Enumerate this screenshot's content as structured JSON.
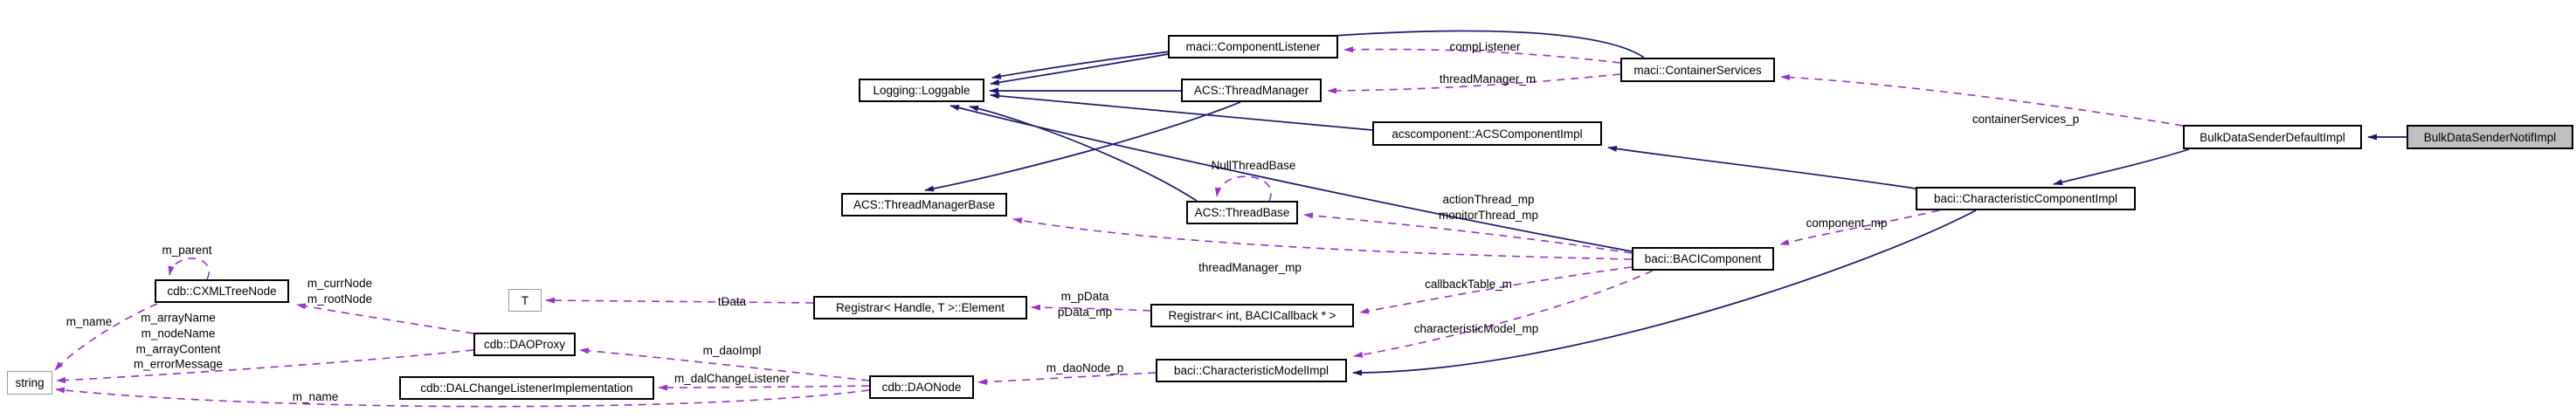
{
  "diagram_type": "doxygen-collaboration-graph",
  "colors": {
    "inheritance_edge": "#191970",
    "usage_edge": "#9a32cd",
    "node_fill": "#ffffff",
    "node_border": "#000000",
    "highlight_fill": "#bfbfbf",
    "external_border": "#9a9a9a",
    "background": "#ffffff"
  },
  "nodes": [
    {
      "label": "Logging::Loggable",
      "type": "class"
    },
    {
      "label": "maci::ComponentListener",
      "type": "class"
    },
    {
      "label": "maci::ContainerServices",
      "type": "class"
    },
    {
      "label": "ACS::ThreadManager",
      "type": "class"
    },
    {
      "label": "acscomponent::ACSComponentImpl",
      "type": "class"
    },
    {
      "label": "BulkDataSenderDefaultImpl",
      "type": "class"
    },
    {
      "label": "BulkDataSenderNotifImpl",
      "type": "current-class"
    },
    {
      "label": "ACS::ThreadManagerBase",
      "type": "class"
    },
    {
      "label": "ACS::ThreadBase",
      "type": "class"
    },
    {
      "label": "baci::CharacteristicComponentImpl",
      "type": "class"
    },
    {
      "label": "baci::BACIComponent",
      "type": "class"
    },
    {
      "label": "cdb::CXMLTreeNode",
      "type": "class"
    },
    {
      "label": "T",
      "type": "template-param"
    },
    {
      "label": "Registrar< Handle, T >::Element",
      "type": "class"
    },
    {
      "label": "Registrar< int, BACICallback * >",
      "type": "class"
    },
    {
      "label": "cdb::DAOProxy",
      "type": "class"
    },
    {
      "label": "cdb::DALChangeListenerImplementation",
      "type": "class"
    },
    {
      "label": "cdb::DAONode",
      "type": "class"
    },
    {
      "label": "baci::CharacteristicModelImpl",
      "type": "class"
    },
    {
      "label": "string",
      "type": "external-class"
    }
  ],
  "relations": [
    {
      "from": "maci::ContainerServices",
      "to": "maci::ComponentListener",
      "label": "compListener",
      "kind": "usage"
    },
    {
      "from": "maci::ContainerServices",
      "to": "ACS::ThreadManager",
      "label": "threadManager_m",
      "kind": "usage"
    },
    {
      "from": "BulkDataSenderDefaultImpl",
      "to": "maci::ContainerServices",
      "label": "containerServices_p",
      "kind": "usage"
    },
    {
      "from": "ACS::ThreadBase",
      "to": "ACS::ThreadBase",
      "label": "NullThreadBase",
      "kind": "usage"
    },
    {
      "from": "baci::BACIComponent",
      "to": "ACS::ThreadBase",
      "label": "actionThread_mp\nmonitorThread_mp",
      "kind": "usage"
    },
    {
      "from": "baci::BACIComponent",
      "to": "ACS::ThreadManagerBase",
      "label": "threadManager_mp",
      "kind": "usage"
    },
    {
      "from": "baci::CharacteristicComponentImpl",
      "to": "baci::BACIComponent",
      "label": "component_mp",
      "kind": "usage"
    },
    {
      "from": "baci::BACIComponent",
      "to": "Registrar< int, BACICallback * >",
      "label": "callbackTable_m",
      "kind": "usage"
    },
    {
      "from": "baci::BACIComponent",
      "to": "baci::CharacteristicModelImpl",
      "label": "characteristicModel_mp",
      "kind": "usage"
    },
    {
      "from": "Registrar< int, BACICallback * >",
      "to": "Registrar< Handle, T >::Element",
      "label": "m_pData\npData_mp",
      "kind": "usage"
    },
    {
      "from": "Registrar< Handle, T >::Element",
      "to": "T",
      "label": "tData",
      "kind": "usage"
    },
    {
      "from": "cdb::DAOProxy",
      "to": "cdb::CXMLTreeNode",
      "label": "m_currNode\nm_rootNode",
      "kind": "usage"
    },
    {
      "from": "cdb::CXMLTreeNode",
      "to": "cdb::CXMLTreeNode",
      "label": "m_parent",
      "kind": "usage"
    },
    {
      "from": "cdb::CXMLTreeNode",
      "to": "string",
      "label": "m_name",
      "kind": "usage"
    },
    {
      "from": "cdb::DAOProxy",
      "to": "string",
      "label": "m_arrayName\nm_nodeName\nm_arrayContent\nm_errorMessage",
      "kind": "usage"
    },
    {
      "from": "cdb::DAONode",
      "to": "string",
      "label": "m_name",
      "kind": "usage"
    },
    {
      "from": "cdb::DAONode",
      "to": "cdb::DAOProxy",
      "label": "m_daoImpl",
      "kind": "usage"
    },
    {
      "from": "cdb::DAONode",
      "to": "cdb::DALChangeListenerImplementation",
      "label": "m_dalChangeListener",
      "kind": "usage"
    },
    {
      "from": "baci::CharacteristicModelImpl",
      "to": "cdb::DAONode",
      "label": "m_daoNode_p",
      "kind": "usage"
    },
    {
      "from": "maci::ComponentListener",
      "to": "Logging::Loggable",
      "kind": "inheritance"
    },
    {
      "from": "ACS::ThreadManager",
      "to": "Logging::Loggable",
      "kind": "inheritance"
    },
    {
      "from": "maci::ContainerServices",
      "to": "Logging::Loggable",
      "kind": "inheritance"
    },
    {
      "from": "acscomponent::ACSComponentImpl",
      "to": "Logging::Loggable",
      "kind": "inheritance"
    },
    {
      "from": "ACS::ThreadBase",
      "to": "Logging::Loggable",
      "kind": "inheritance"
    },
    {
      "from": "baci::BACIComponent",
      "to": "Logging::Loggable",
      "kind": "inheritance"
    },
    {
      "from": "ACS::ThreadManager",
      "to": "ACS::ThreadManagerBase",
      "kind": "inheritance"
    },
    {
      "from": "baci::CharacteristicComponentImpl",
      "to": "acscomponent::ACSComponentImpl",
      "kind": "inheritance"
    },
    {
      "from": "BulkDataSenderDefaultImpl",
      "to": "baci::CharacteristicComponentImpl",
      "kind": "inheritance"
    },
    {
      "from": "BulkDataSenderNotifImpl",
      "to": "BulkDataSenderDefaultImpl",
      "kind": "inheritance"
    },
    {
      "from": "baci::CharacteristicComponentImpl",
      "to": "baci::CharacteristicModelImpl",
      "kind": "inheritance"
    }
  ]
}
